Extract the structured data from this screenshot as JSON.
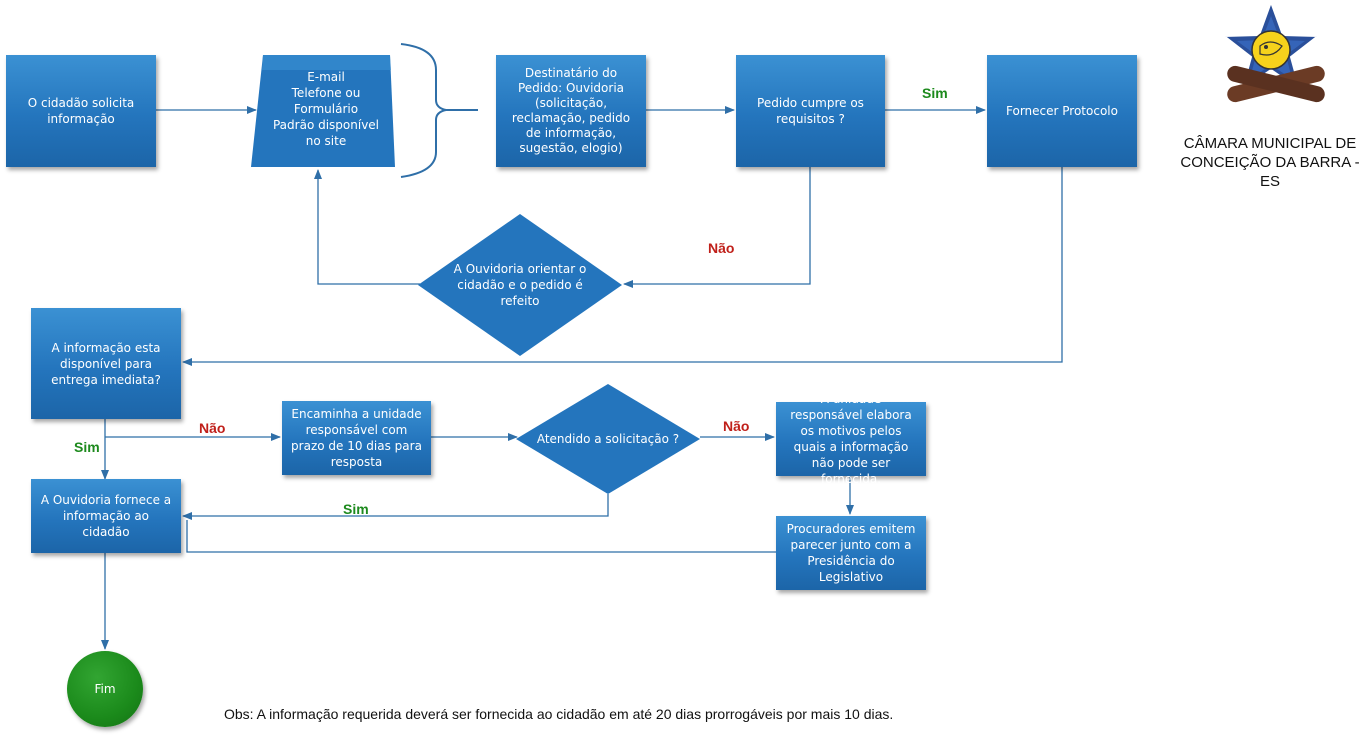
{
  "nodes": {
    "start": "O cidadão solicita informação",
    "channels": "E-mail\nTelefone ou Formulário\nPadrão disponível no site",
    "recipient": "Destinatário do Pedido: Ouvidoria (solicitação, reclamação, pedido de informação, sugestão, elogio)",
    "meets_requirements": "Pedido cumpre os requisitos ?",
    "protocol": "Fornecer Protocolo",
    "guide_citizen": "A Ouvidoria orientar o cidadão e o pedido é refeito",
    "available_now": "A informação esta disponível para entrega imediata?",
    "forward_unit": "Encaminha a unidade responsável com prazo de 10 dias para resposta",
    "request_met": "Atendido a solicitação ?",
    "unit_reasons": "A unidade responsável elabora os motivos pelos quais a informação não pode ser fornecida.",
    "attorneys": "Procuradores emitem parecer junto com a Presidência do Legislativo",
    "provide_info": "A Ouvidoria fornece a informação ao cidadão",
    "end": "Fim"
  },
  "edge_labels": {
    "sim_protocol": "Sim",
    "nao_guide": "Não",
    "sim_available": "Sim",
    "nao_available": "Não",
    "nao_met": "Não",
    "sim_met": "Sim"
  },
  "note": "Obs: A informação requerida deverá ser fornecida ao cidadão em até 20 dias prorrogáveis por mais 10 dias.",
  "organization": {
    "line1": "CÂMARA MUNICIPAL DE",
    "line2": "CONCEIÇÃO DA BARRA - ES"
  },
  "colors": {
    "box": "#2475bd",
    "end": "#1b8a1b",
    "yes_label": "#1d8a1d",
    "no_label": "#c0201a",
    "connector": "#2f6fa8"
  }
}
